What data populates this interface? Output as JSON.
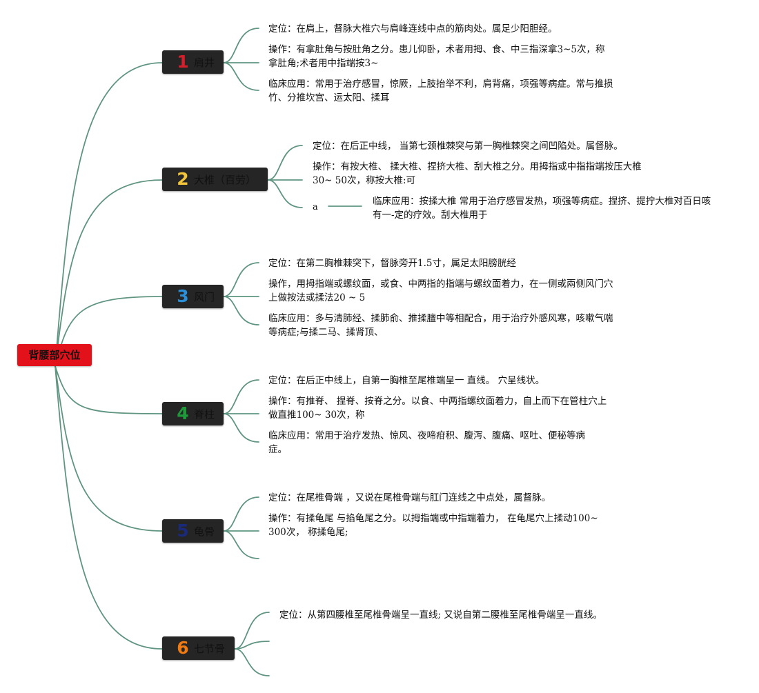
{
  "root": {
    "label": "背腰部穴位",
    "color": "#e3111a"
  },
  "line_color": "#5f9580",
  "branches": [
    {
      "num": "1",
      "num_color": "#d4202a",
      "label": "肩井",
      "leaves": [
        "定位：在肩上，督脉大椎穴与肩峰连线中点的筋肉处。属足少阳胆经。",
        "操作：有拿肚角与按肚角之分。患儿仰卧，术者用拇、食、中三指深拿3~5次，称拿肚角;术者用中指端按3~",
        "临床应用：常用于治疗感冒，惊厥，上肢抬举不利，肩背痛，项强等病症。常与推损竹、分推坎宫、运太阳、揉耳"
      ]
    },
    {
      "num": "2",
      "num_color": "#f2c43a",
      "label": "大椎（百劳）",
      "leaves": [
        "定位：在后正中线， 当第七颈椎棘突与第一胸椎棘突之间凹陷处。属督脉。",
        "操作：有按大椎、 揉大椎、捏挤大椎、刮大椎之分。用拇指或中指指端按压大椎30~ 50次，称按大椎:可",
        "a"
      ],
      "sub_leaf": "临床应用：按揉大椎 常用于治疗感冒发热，项强等病症。捏挤、提拧大椎对百日咳有一-定的疗效。刮大椎用于"
    },
    {
      "num": "3",
      "num_color": "#2a8fd6",
      "label": "风门",
      "leaves": [
        "定位：在第二胸椎棘突下，督脉旁开1.5寸，属足太阳膀胱经",
        "操作，用拇指端或螺纹面，或食、中两指的指端与螺纹面着力，在一侧或兩侧风门穴上做按法或揉法20 ~ 5",
        "临床应用：多与清肺经、揉肺俞、推揉膻中等相配合，用于治疗外感风寒，咳嗽气喘等病症;与揉二马、揉肾顶、"
      ]
    },
    {
      "num": "4",
      "num_color": "#1f9a3a",
      "label": "脊柱",
      "leaves": [
        "定位：在后正中线上，自第一胸椎至尾椎端呈一 直线。 穴呈线状。",
        "操作：有推脊、 捏脊、按脊之分。以食、中两指螺纹面着力，自上而下在管柱穴上做直推100~ 30次，称",
        "临床应用：常用于治疗发热、惊风、夜啼疳积、腹泻、腹痛、呕吐、便秘等病症。"
      ]
    },
    {
      "num": "5",
      "num_color": "#1a2a7a",
      "label": "龟骨",
      "leaves": [
        "定位：在尾椎骨端 ，又说在尾椎骨端与肛门连线之中点处，属督脉。",
        "操作：有揉龟尾 与掐龟尾之分。以拇指端或中指端着力， 在龟尾穴上揉动100~ 300次， 称揉龟尾;",
        ""
      ]
    },
    {
      "num": "6",
      "num_color": "#f07a12",
      "label": "七节骨",
      "leaves": [
        "定位：从第四腰椎至尾椎骨端呈一直线; 又说自第二腰椎至尾椎骨端呈一直线。",
        "",
        ""
      ]
    }
  ]
}
